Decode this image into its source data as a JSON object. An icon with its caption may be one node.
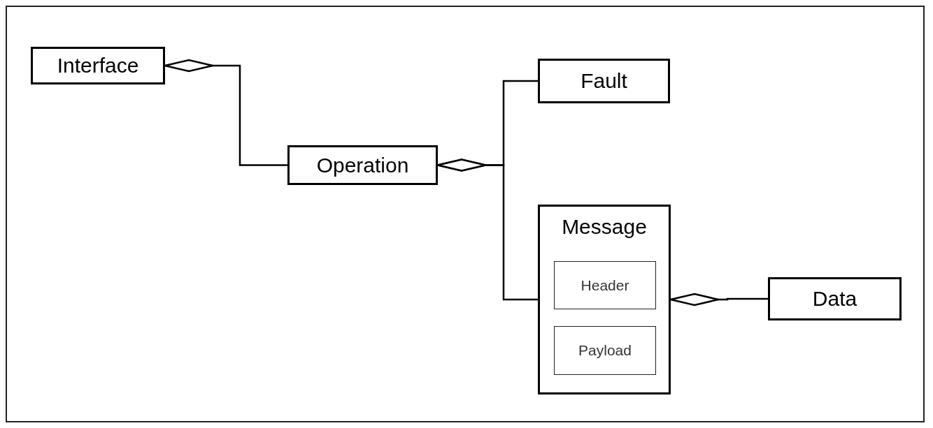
{
  "diagram": {
    "nodes": [
      {
        "text": [
          "Interface"
        ]
      },
      {
        "text": [
          "Operation"
        ]
      },
      {
        "text": [
          "Fault"
        ]
      },
      {
        "text": [
          "Message"
        ]
      },
      {
        "text": [
          "Header"
        ],
        "in": 3
      },
      {
        "text": [
          "Payload"
        ],
        "in": 3
      },
      {
        "text": [
          "Data"
        ]
      }
    ],
    "edges": [
      {
        "from": 0,
        "to": 1,
        "arrow": "other"
      },
      {
        "from": 1,
        "to": 2,
        "arrow": "other"
      },
      {
        "from": 1,
        "to": 3,
        "arrow": "other"
      },
      {
        "from": 3,
        "to": 6,
        "arrow": "other"
      }
    ]
  }
}
